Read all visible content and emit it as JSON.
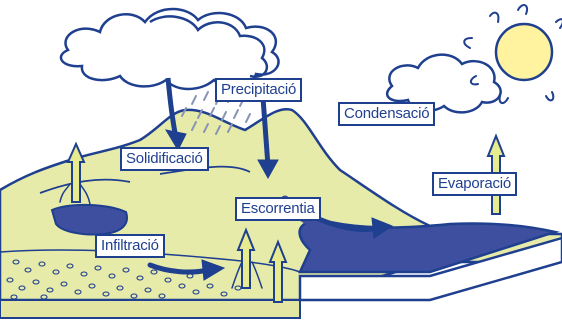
{
  "labels": {
    "precipitacio": "Precipitació",
    "condensacio": "Condensació",
    "solidificacio": "Solidificació",
    "evaporacio": "Evaporació",
    "escorrentia": "Escorrentia",
    "infiltracio": "Infiltració"
  },
  "colors": {
    "outline": "#1f3f8f",
    "land": "#e7eba9",
    "land_side": "#e3e6a2",
    "water": "#3f4f9f",
    "arrow_yellow": "#e7eb8f",
    "arrow_blue": "#1f3f8f",
    "sun": "#fff3a0"
  }
}
